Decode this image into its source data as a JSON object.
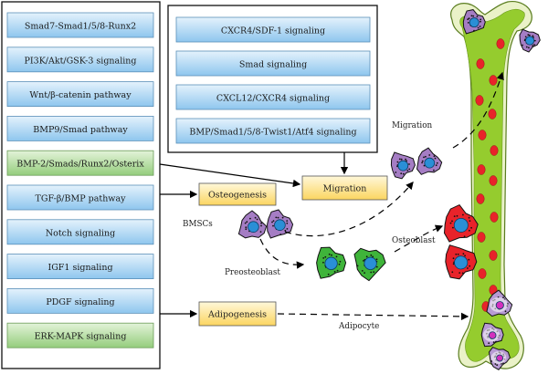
{
  "left_panel": {
    "items": [
      {
        "label": "Smad7-Smad1/5/8-Runx2",
        "style": "blue"
      },
      {
        "label": "PI3K/Akt/GSK-3 signaling",
        "style": "blue"
      },
      {
        "label": "Wnt/β-catenin pathway",
        "style": "blue"
      },
      {
        "label": "BMP9/Smad pathway",
        "style": "blue"
      },
      {
        "label": "BMP-2/Smads/Runx2/Osterix",
        "style": "green"
      },
      {
        "label": "TGF-β/BMP pathway",
        "style": "blue"
      },
      {
        "label": "Notch signaling",
        "style": "blue"
      },
      {
        "label": "IGF1 signaling",
        "style": "blue"
      },
      {
        "label": "PDGF signaling",
        "style": "blue"
      },
      {
        "label": "ERK-MAPK signaling",
        "style": "green"
      }
    ]
  },
  "top_panel": {
    "items": [
      {
        "label": "CXCR4/SDF-1 signaling"
      },
      {
        "label": "Smad signaling"
      },
      {
        "label": "CXCL12/CXCR4 signaling"
      },
      {
        "label": "BMP/Smad1/5/8-Twist1/Atf4 signaling"
      }
    ]
  },
  "process_boxes": {
    "migration": "Migration",
    "osteogenesis": "Osteogenesis",
    "adipogenesis": "Adipogenesis"
  },
  "cell_labels": {
    "bmscs": "BMSCs",
    "preosteoblast": "Preosteoblast",
    "migration": "Migration",
    "osteoblast": "Osteoblast",
    "adipocyte": "Adipocyte"
  },
  "colors": {
    "blue_box": "#b9dcf5",
    "green_box": "#b6dca6",
    "process_box": "#fde9a6",
    "bone_green": "#95cc2e",
    "bone_light": "#eaf2c8",
    "red_cell": "#e8232a",
    "msc_purple": "#a57dc4",
    "nucleus_blue": "#2a8fd6"
  }
}
